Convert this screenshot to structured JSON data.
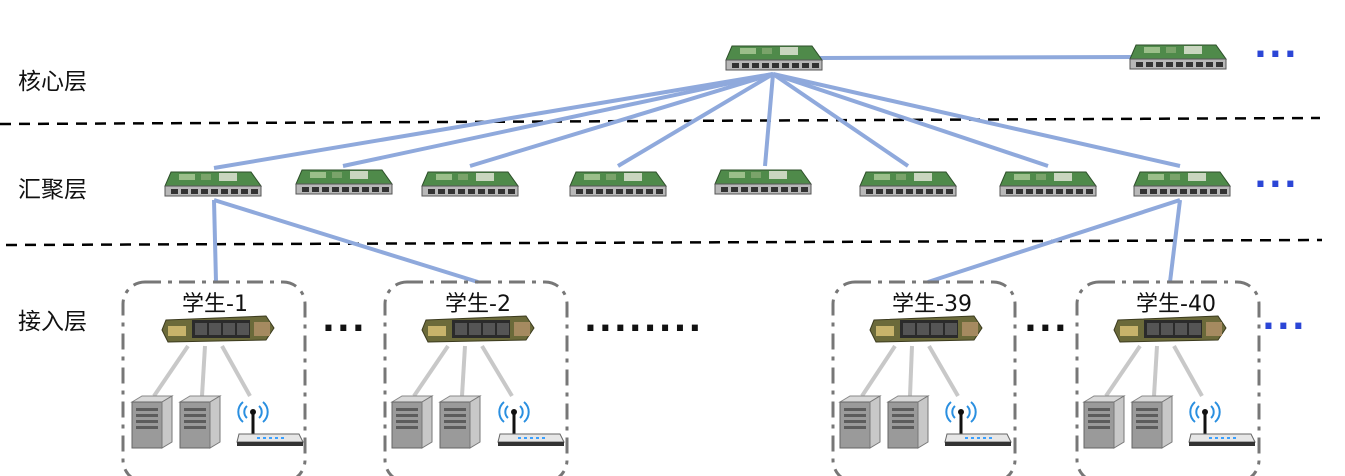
{
  "layers": {
    "core": "核心层",
    "aggregation": "汇聚层",
    "access": "接入层"
  },
  "groups": [
    {
      "label": "学生-1"
    },
    {
      "label": "学生-2"
    },
    {
      "label": "学生-39"
    },
    {
      "label": "学生-40"
    }
  ],
  "ellipsis": {
    "dots_3": "...",
    "dots_8": "........"
  },
  "colors": {
    "link": "#8fa9dc",
    "access_link": "#c8c8c8",
    "ellipsis_blue": "#2b46d6",
    "divider": "#000000",
    "group_border": "#777777"
  }
}
